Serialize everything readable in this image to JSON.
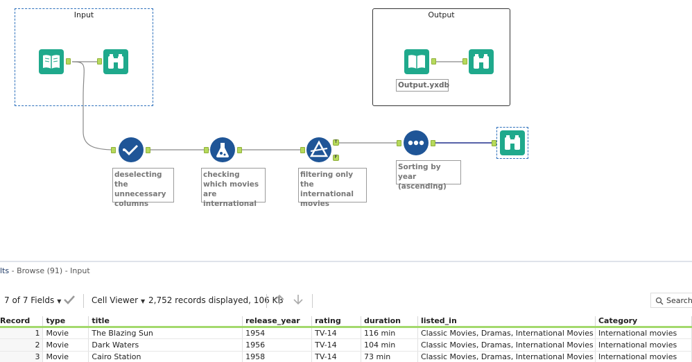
{
  "canvas": {
    "containers": {
      "input": {
        "title": "Input"
      },
      "output": {
        "title": "Output"
      }
    },
    "annotations": {
      "output_file": "Output.yxdb",
      "select": "deselecting the unnecessary columns",
      "formula": "checking which movies are international",
      "filter": "filtering only the international movies",
      "sort": "Sorting by year (ascending)"
    },
    "filter_anchors": {
      "true_label": "T",
      "false_label": "F"
    },
    "colors": {
      "tool_teal": "#1fa98c",
      "tool_navy": "#1f5597",
      "anchor_green": "#b6d95c",
      "selected_wire": "#1f2e8c"
    },
    "icons": [
      "book-input-icon",
      "binoculars-browse-icon",
      "select-checkmark-icon",
      "formula-flask-icon",
      "filter-triangle-icon",
      "sort-dots-icon"
    ]
  },
  "results": {
    "header_cut": "lts",
    "header_rest": " - Browse (91) - Input",
    "toolbar": {
      "fields": "7 of 7 Fields",
      "cell_viewer": "Cell Viewer",
      "records_info": "2,752 records displayed, 106 KB",
      "search": "Search"
    },
    "columns": [
      "Record",
      "type",
      "title",
      "release_year",
      "rating",
      "duration",
      "listed_in",
      "Category"
    ],
    "rows": [
      [
        "1",
        "Movie",
        "The Blazing Sun",
        "1954",
        "TV-14",
        "116 min",
        "Classic Movies, Dramas, International Movies",
        "International movies"
      ],
      [
        "2",
        "Movie",
        "Dark Waters",
        "1956",
        "TV-14",
        "104 min",
        "Classic Movies, Dramas, International Movies",
        "International movies"
      ],
      [
        "3",
        "Movie",
        "Cairo Station",
        "1958",
        "TV-14",
        "73 min",
        "Classic Movies, Dramas, International Movies",
        "International movies"
      ]
    ]
  }
}
